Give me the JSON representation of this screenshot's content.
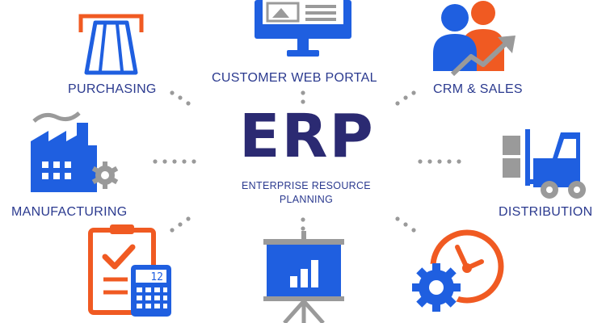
{
  "center": {
    "title": "ERP",
    "subtitle_line1": "ENTERPRISE RESOURCE",
    "subtitle_line2": "PLANNING"
  },
  "modules": {
    "purchasing": "PURCHASING",
    "customer_web_portal": "CUSTOMER WEB PORTAL",
    "crm_sales": "CRM & SALES",
    "manufacturing": "MANUFACTURING",
    "distribution": "DISTRIBUTION",
    "calculator_display": "12"
  },
  "colors": {
    "blue": "#1f5fe0",
    "orange": "#f05a22",
    "gray": "#9a9a9a",
    "navy": "#2b2a72",
    "label": "#2b3a8f"
  },
  "icons": [
    "card-reader-icon",
    "monitor-icon",
    "people-growth-icon",
    "factory-icon",
    "forklift-icon",
    "clipboard-calculator-icon",
    "presentation-chart-icon",
    "clock-gear-icon"
  ]
}
